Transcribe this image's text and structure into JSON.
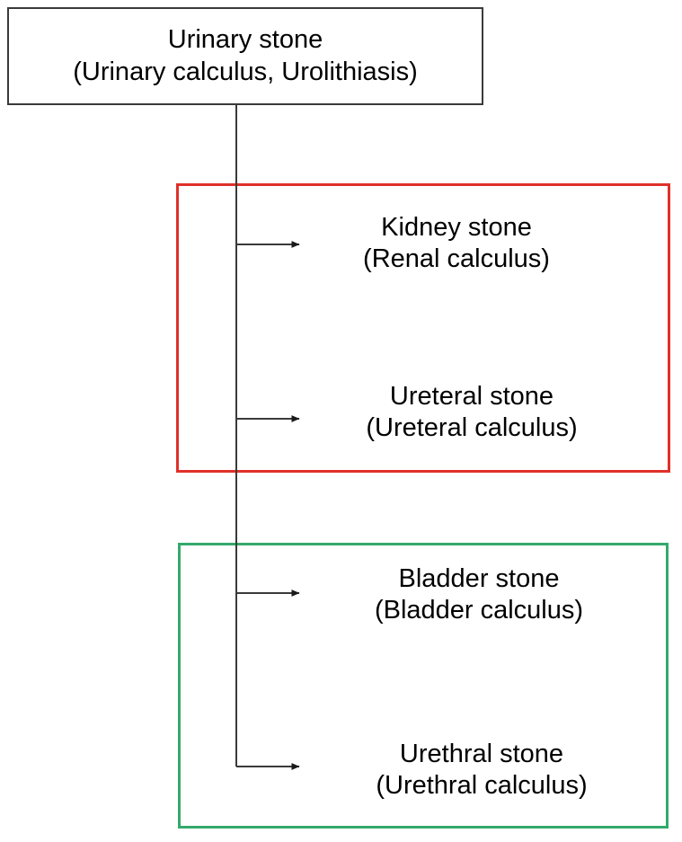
{
  "diagram": {
    "type": "hierarchy-tree",
    "title": "Urinary stone classification",
    "root": {
      "name": "urinary-stone",
      "line1": "Urinary stone",
      "line2": "(Urinary calculus, Urolithiasis)"
    },
    "groups": [
      {
        "name": "upper-urinary-tract",
        "border_color": "#e0302a",
        "children": [
          {
            "name": "kidney-stone",
            "line1": "Kidney stone",
            "line2": "(Renal calculus)"
          },
          {
            "name": "ureteral-stone",
            "line1": "Ureteral stone",
            "line2": "(Ureteral calculus)"
          }
        ]
      },
      {
        "name": "lower-urinary-tract",
        "border_color": "#34a96c",
        "children": [
          {
            "name": "bladder-stone",
            "line1": "Bladder stone",
            "line2": "(Bladder calculus)"
          },
          {
            "name": "urethral-stone",
            "line1": "Urethral stone",
            "line2": "(Urethral calculus)"
          }
        ]
      }
    ],
    "colors": {
      "root_border": "#3a3a3a",
      "upper_group_border": "#e0302a",
      "lower_group_border": "#34a96c",
      "connector": "#3a3a3a",
      "text": "#000000",
      "background": "#ffffff"
    }
  }
}
